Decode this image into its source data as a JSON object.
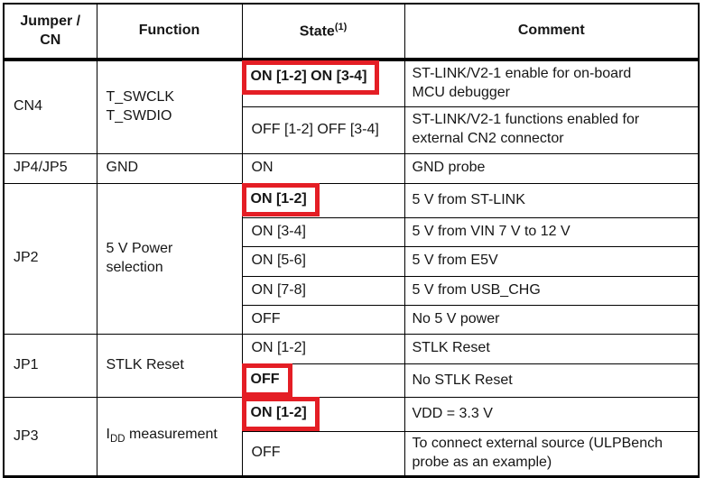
{
  "colors": {
    "highlight_red": "#e41e25",
    "border_black": "#000000",
    "text": "#161616"
  },
  "table": {
    "headers": {
      "jumper": "Jumper /\nCN",
      "function": "Function",
      "state": "State",
      "state_note": "(1)",
      "comment": "Comment"
    },
    "rows": [
      {
        "jumper": "CN4",
        "function": "T_SWCLK\nT_SWDIO",
        "state": "ON [1-2] ON [3-4]",
        "state_highlight": true,
        "comment": "ST-LINK/V2-1 enable for on-board\nMCU debugger"
      },
      {
        "state": "OFF [1-2] OFF [3-4]",
        "state_highlight": false,
        "comment": "ST-LINK/V2-1 functions enabled for\nexternal CN2 connector"
      },
      {
        "jumper": "JP4/JP5",
        "function": "GND",
        "state": "ON",
        "state_highlight": false,
        "comment": "GND probe"
      },
      {
        "jumper": "JP2",
        "function": "5 V Power\nselection",
        "state": "ON [1-2]",
        "state_highlight": true,
        "comment": "5 V from ST-LINK"
      },
      {
        "state": "ON [3-4]",
        "state_highlight": false,
        "comment": "5 V from VIN 7 V to 12 V"
      },
      {
        "state": "ON [5-6]",
        "state_highlight": false,
        "comment": "5 V from E5V"
      },
      {
        "state": "ON [7-8]",
        "state_highlight": false,
        "comment": "5 V from USB_CHG"
      },
      {
        "state": "OFF",
        "state_highlight": false,
        "comment": "No 5 V power"
      },
      {
        "jumper": "JP1",
        "function": "STLK Reset",
        "state": "ON [1-2]",
        "state_highlight": false,
        "comment": "STLK Reset"
      },
      {
        "state": "OFF",
        "state_highlight": true,
        "comment": "No STLK Reset"
      },
      {
        "jumper": "JP3",
        "function_parts": {
          "pre": "I",
          "sub": "DD",
          "post": " measurement"
        },
        "state": "ON [1-2]",
        "state_highlight": true,
        "comment": "VDD = 3.3 V"
      },
      {
        "state": "OFF",
        "state_highlight": false,
        "comment": "To connect external source (ULPBench\nprobe as an example)"
      }
    ]
  }
}
